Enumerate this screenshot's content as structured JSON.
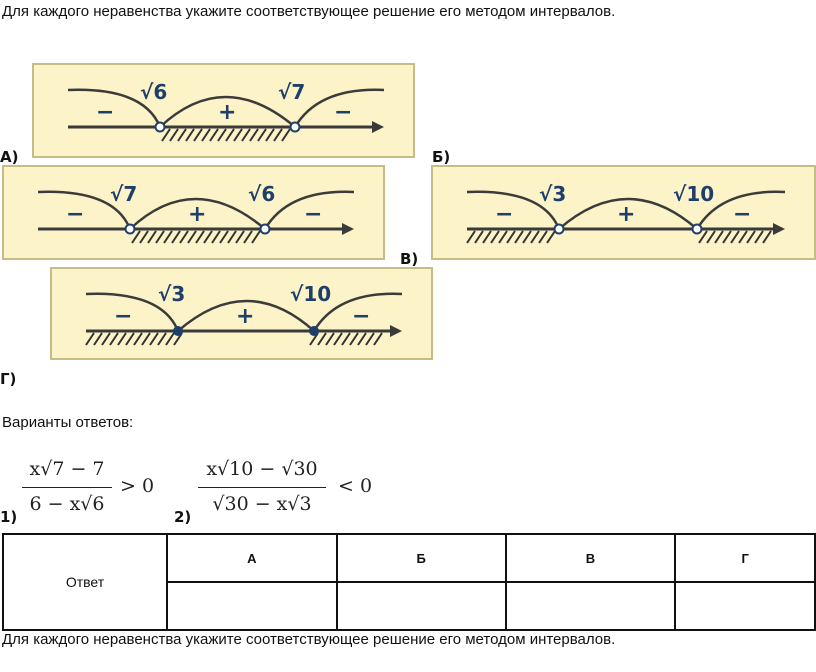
{
  "instruction": "Для каждого неравенства укажите соответствующее решение его методом интервалов.",
  "panels": [
    {
      "id": "A",
      "label": "А)",
      "roots": [
        "√6",
        "√7"
      ],
      "signs": [
        "−",
        "+",
        "−"
      ]
    },
    {
      "id": "B",
      "label": "Б)",
      "roots": [
        "√3",
        "√10"
      ],
      "signs": [
        "−",
        "+",
        "−"
      ]
    },
    {
      "id": "V",
      "label": "В)",
      "roots": [
        "√7",
        "√6"
      ],
      "signs": [
        "−",
        "+",
        "−"
      ]
    },
    {
      "id": "G",
      "label": "Г)",
      "roots": [
        "√3",
        "√10"
      ],
      "signs": [
        "−",
        "+",
        "−"
      ]
    }
  ],
  "options_heading": "Варианты ответов:",
  "options": [
    {
      "num": "1)",
      "numerator": "x√7 − 7",
      "denominator": "6 − x√6",
      "relation": "> 0"
    },
    {
      "num": "2)",
      "numerator": "x√10 − √30",
      "denominator": "√30 − x√3",
      "relation": "< 0"
    }
  ],
  "table": {
    "row_label": "Ответ",
    "headers": [
      "А",
      "Б",
      "В",
      "Г"
    ],
    "answers": [
      "",
      "",
      "",
      ""
    ]
  },
  "footer": "Для каждого неравенства укажите соответствующее решение его методом интервалов."
}
